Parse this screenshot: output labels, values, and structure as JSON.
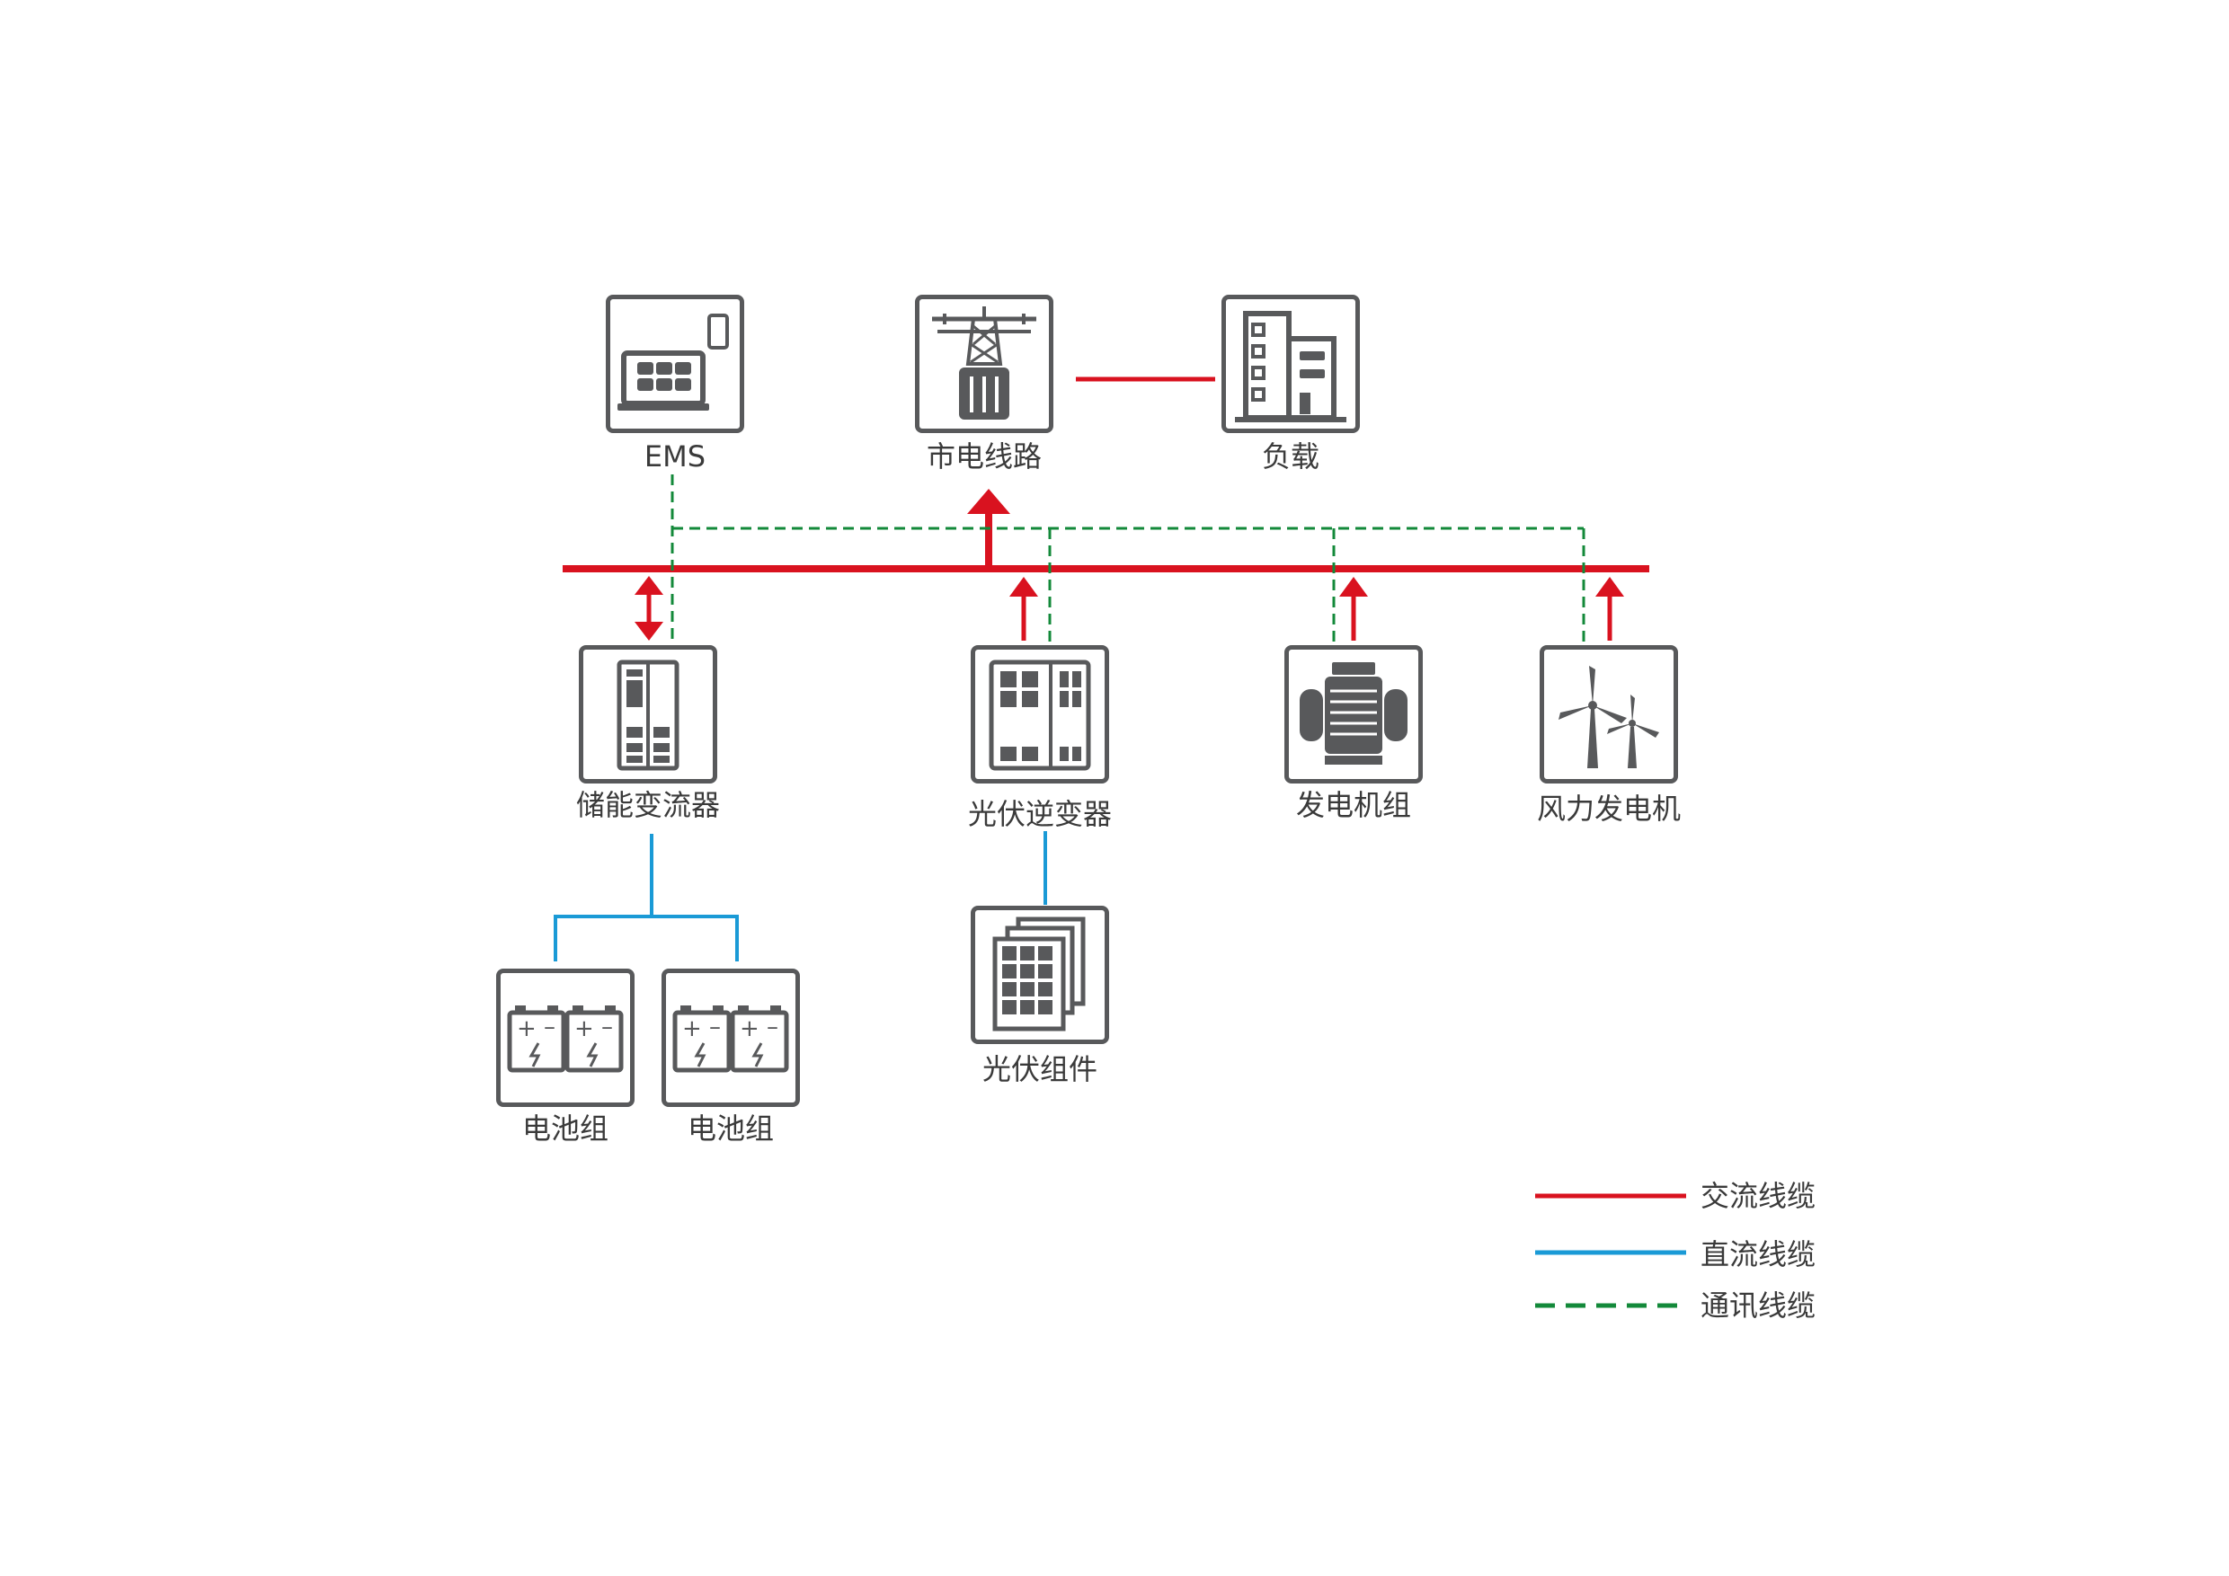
{
  "nodes": {
    "ems": "EMS",
    "grid": "市电线路",
    "load": "负载",
    "pcs": "储能变流器",
    "pv_inverter": "光伏逆变器",
    "generator": "发电机组",
    "wind": "风力发电机",
    "battery_1": "电池组",
    "battery_2": "电池组",
    "pv_module": "光伏组件"
  },
  "legend": {
    "ac": "交流线缆",
    "dc": "直流线缆",
    "comm": "通讯线缆"
  },
  "colors": {
    "ac": "#d9121f",
    "dc": "#1a9ad6",
    "comm": "#13893a",
    "icon": "#58595b"
  }
}
